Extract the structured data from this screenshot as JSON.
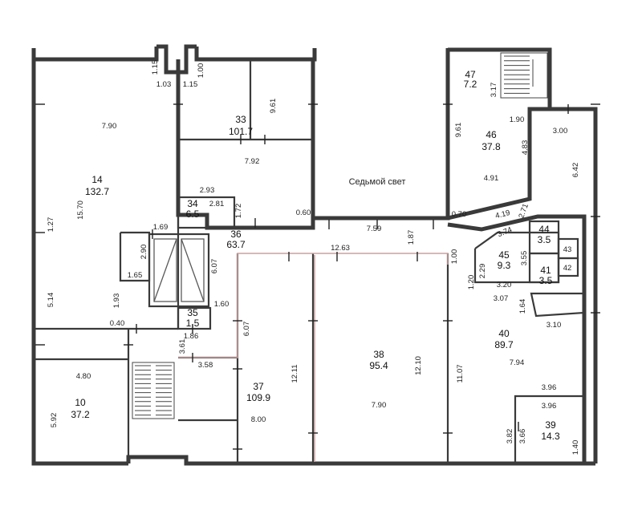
{
  "rooms": [
    {
      "id": "r14",
      "number": "14",
      "area": "132.7"
    },
    {
      "id": "r33",
      "number": "33",
      "area": "101.7"
    },
    {
      "id": "r47",
      "number": "47",
      "area": "7.2"
    },
    {
      "id": "r46",
      "number": "46",
      "area": "37.8"
    },
    {
      "id": "r34",
      "number": "34",
      "area": "6.5"
    },
    {
      "id": "r36",
      "number": "36",
      "area": "63.7"
    },
    {
      "id": "r44",
      "number": "44",
      "area": "3.5"
    },
    {
      "id": "r45",
      "number": "45",
      "area": "9.3"
    },
    {
      "id": "r41",
      "number": "41",
      "area": "3.5"
    },
    {
      "id": "r35",
      "number": "35",
      "area": "1.5"
    },
    {
      "id": "r40",
      "number": "40",
      "area": "89.7"
    },
    {
      "id": "r38",
      "number": "38",
      "area": "95.4"
    },
    {
      "id": "r37",
      "number": "37",
      "area": "109.9"
    },
    {
      "id": "r10",
      "number": "10",
      "area": "37.2"
    },
    {
      "id": "r39",
      "number": "39",
      "area": "14.3"
    }
  ],
  "zone_label": "Седьмой свет",
  "dimensions": [
    "1.15",
    "1.00",
    "1.03",
    "1.15",
    "7.90",
    "9.61",
    "7.92",
    "15.70",
    "1.27",
    "5.14",
    "2.93",
    "2.81",
    "1.72",
    "1.69",
    "2.90",
    "1.65",
    "6.07",
    "1.93",
    "0.40",
    "1.60",
    "1.86",
    "0.60",
    "7.59",
    "1.87",
    "12.63",
    "1.00",
    "0.70",
    "3.17",
    "1.90",
    "9.61",
    "3.00",
    "4.83",
    "6.42",
    "4.91",
    "4.19",
    "2.71",
    "3.74",
    "2.29",
    "1.20",
    "3.55",
    "43",
    "42",
    "3.20",
    "3.07",
    "1.64",
    "3.10",
    "7.94",
    "3.96",
    "3.96",
    "3.82",
    "3.66",
    "1.40",
    "12.11",
    "12.10",
    "11.07",
    "7.90",
    "8.00",
    "6.07",
    "4.80",
    "5.92",
    "3.58",
    "3.61"
  ]
}
